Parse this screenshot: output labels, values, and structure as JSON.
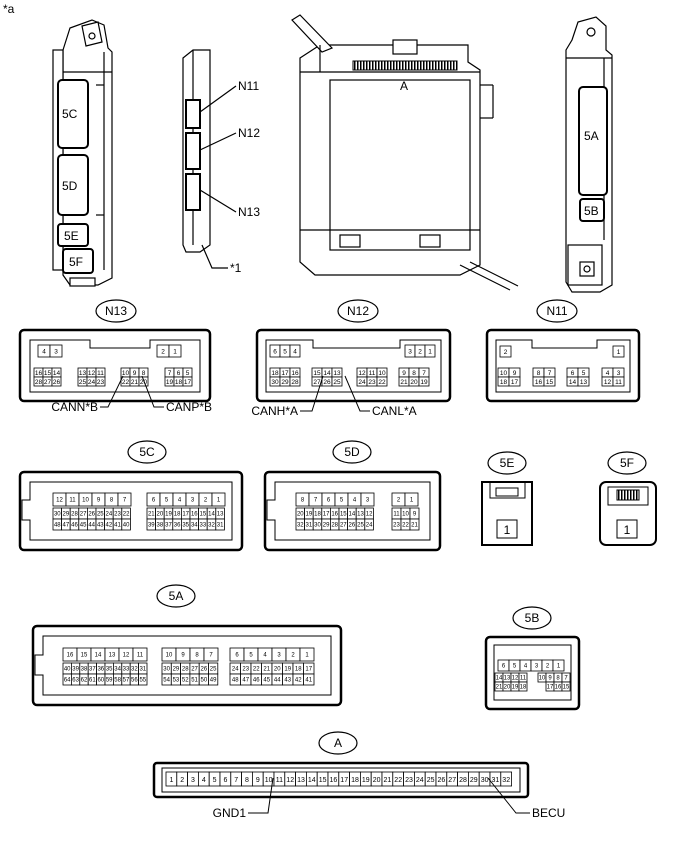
{
  "figure_label": "*a",
  "hardware": {
    "left_view": {
      "labels": [
        "5C",
        "5D",
        "5E",
        "5F"
      ]
    },
    "gateway_view": {
      "labels": [
        "N11",
        "N12",
        "N13"
      ],
      "pointer": "*1"
    },
    "top_view": {
      "label": "A"
    },
    "right_view": {
      "labels": [
        "5A",
        "5B"
      ]
    }
  },
  "connectors": {
    "N13": {
      "title": "N13",
      "rows": [
        [
          "4",
          "3",
          "2",
          "1"
        ],
        [
          "16",
          "15",
          "14",
          "13",
          "12",
          "11",
          "10",
          "9",
          "8",
          "7",
          "6",
          "5"
        ],
        [
          "28",
          "27",
          "26",
          "25",
          "24",
          "23",
          "22",
          "21",
          "20",
          "19",
          "18",
          "17"
        ]
      ],
      "callouts": [
        "CANN*B",
        "CANP*B"
      ]
    },
    "N12": {
      "title": "N12",
      "rows": [
        [
          "6",
          "5",
          "4",
          "3",
          "2",
          "1"
        ],
        [
          "18",
          "17",
          "16",
          "15",
          "14",
          "13",
          "12",
          "11",
          "10",
          "9",
          "8",
          "7"
        ],
        [
          "30",
          "29",
          "28",
          "27",
          "26",
          "25",
          "24",
          "23",
          "22",
          "21",
          "20",
          "19"
        ]
      ],
      "callouts": [
        "CANH*A",
        "CANL*A"
      ]
    },
    "N11": {
      "title": "N11",
      "rows": [
        [
          "2",
          "1"
        ],
        [
          "10",
          "9",
          "8",
          "7",
          "6",
          "5",
          "4",
          "3"
        ],
        [
          "18",
          "17",
          "16",
          "15",
          "14",
          "13",
          "12",
          "11"
        ]
      ]
    },
    "5C": {
      "title": "5C",
      "rows": [
        [
          "12",
          "11",
          "10",
          "9",
          "8",
          "7",
          "6",
          "5",
          "4",
          "3",
          "2",
          "1"
        ],
        [
          "30",
          "29",
          "28",
          "27",
          "26",
          "25",
          "24",
          "23",
          "22",
          "21",
          "20",
          "19",
          "18",
          "17",
          "16",
          "15",
          "14",
          "13"
        ],
        [
          "48",
          "47",
          "46",
          "45",
          "44",
          "43",
          "42",
          "41",
          "40",
          "39",
          "38",
          "37",
          "36",
          "35",
          "34",
          "33",
          "32",
          "31"
        ]
      ]
    },
    "5D": {
      "title": "5D",
      "rows": [
        [
          "8",
          "7",
          "6",
          "5",
          "4",
          "3",
          "2",
          "1"
        ],
        [
          "20",
          "19",
          "18",
          "17",
          "16",
          "15",
          "14",
          "13",
          "12",
          "11",
          "10",
          "9"
        ],
        [
          "32",
          "31",
          "30",
          "29",
          "28",
          "27",
          "26",
          "25",
          "24",
          "23",
          "22",
          "21"
        ]
      ]
    },
    "5E": {
      "title": "5E",
      "pin": "1"
    },
    "5F": {
      "title": "5F",
      "pin": "1"
    },
    "5A": {
      "title": "5A",
      "rows": [
        [
          "16",
          "15",
          "14",
          "13",
          "12",
          "11",
          "10",
          "9",
          "8",
          "7",
          "6",
          "5",
          "4",
          "3",
          "2",
          "1"
        ],
        [
          "40",
          "39",
          "38",
          "37",
          "36",
          "35",
          "34",
          "33",
          "32",
          "31",
          "30",
          "29",
          "28",
          "27",
          "26",
          "25",
          "24",
          "23",
          "22",
          "21",
          "20",
          "19",
          "18",
          "17"
        ],
        [
          "64",
          "63",
          "62",
          "61",
          "60",
          "59",
          "58",
          "57",
          "56",
          "55",
          "54",
          "53",
          "52",
          "51",
          "50",
          "49",
          "48",
          "47",
          "46",
          "45",
          "44",
          "43",
          "42",
          "41"
        ]
      ]
    },
    "5B": {
      "title": "5B",
      "rows": [
        [
          "6",
          "5",
          "4",
          "3",
          "2",
          "1"
        ],
        [
          "14",
          "13",
          "12",
          "11",
          "10",
          "9",
          "8",
          "7"
        ],
        [
          "21",
          "20",
          "19",
          "18",
          "17",
          "16",
          "15"
        ]
      ]
    },
    "A": {
      "title": "A",
      "pins": [
        "1",
        "2",
        "3",
        "4",
        "5",
        "6",
        "7",
        "8",
        "9",
        "10",
        "11",
        "12",
        "13",
        "14",
        "15",
        "16",
        "17",
        "18",
        "19",
        "20",
        "21",
        "22",
        "23",
        "24",
        "25",
        "26",
        "27",
        "28",
        "29",
        "30",
        "31",
        "32"
      ],
      "callouts": [
        "GND1",
        "BECU"
      ]
    }
  }
}
